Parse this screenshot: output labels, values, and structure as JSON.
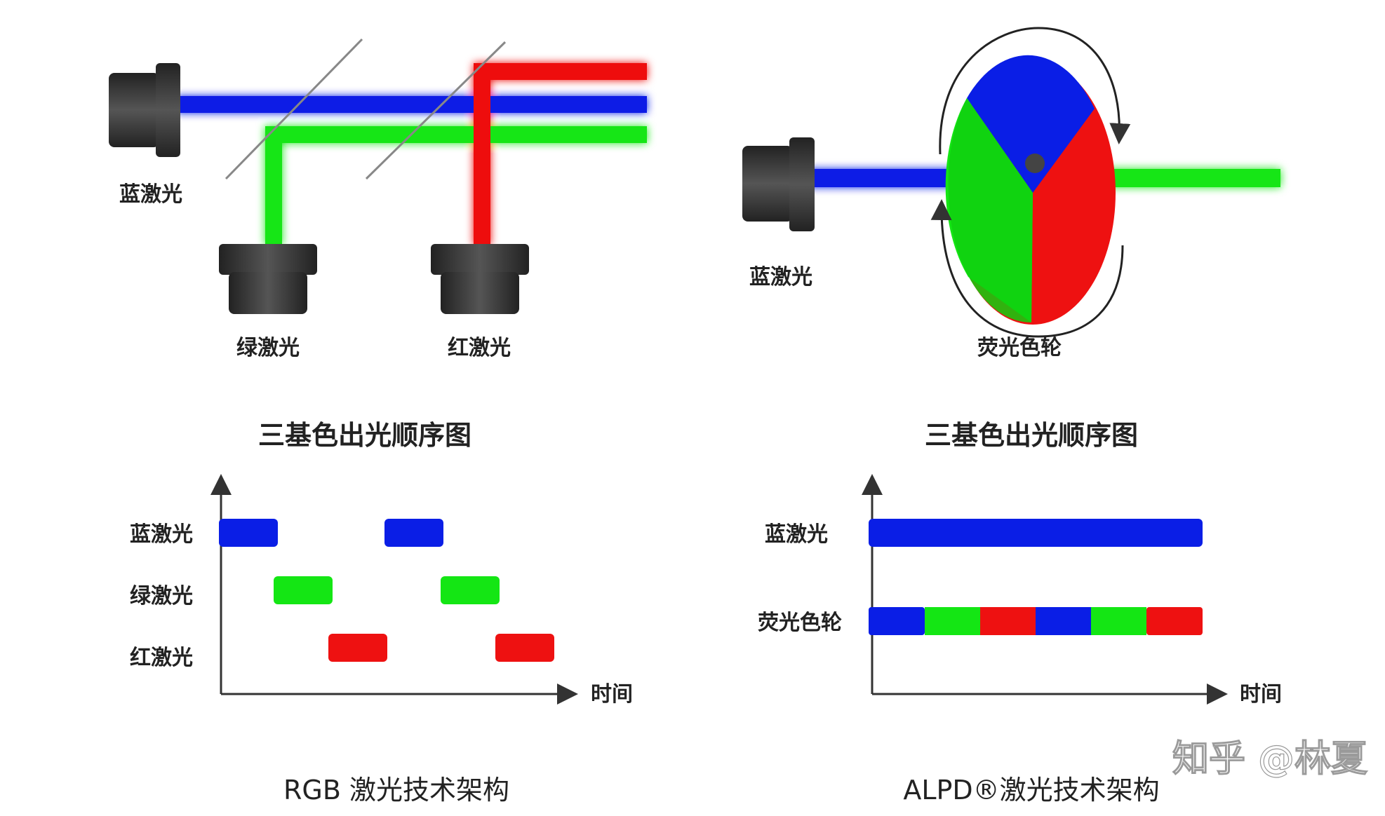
{
  "left": {
    "labels": {
      "blue_laser": "蓝激光",
      "green_laser": "绿激光",
      "red_laser": "红激光"
    },
    "chart_title": "三基色出光顺序图",
    "rows": [
      "蓝激光",
      "绿激光",
      "红激光"
    ],
    "x_axis_label": "时间",
    "caption": "RGB 激光技术架构"
  },
  "right": {
    "labels": {
      "blue_laser": "蓝激光",
      "wheel": "荧光色轮"
    },
    "chart_title": "三基色出光顺序图",
    "rows": [
      "蓝激光",
      "荧光色轮"
    ],
    "x_axis_label": "时间",
    "caption": "ALPD®激光技术架构"
  },
  "watermark": "知乎 @林夏",
  "colors": {
    "blue": "#0a1ee6",
    "green": "#14e614",
    "red": "#ee1111",
    "device": "#3a3a3a",
    "axis": "#333333"
  }
}
